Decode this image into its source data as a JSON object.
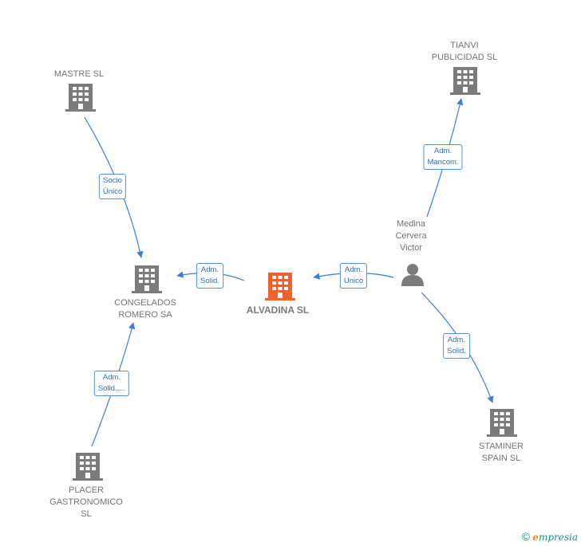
{
  "nodes": {
    "mastre": {
      "label": "MASTRE SL",
      "kind": "company"
    },
    "tianvi": {
      "label": "TIANVI\nPUBLICIDAD SL",
      "kind": "company"
    },
    "congelados": {
      "label": "CONGELADOS\nROMERO SA",
      "kind": "company"
    },
    "alvadina": {
      "label": "ALVADINA  SL",
      "kind": "company-main"
    },
    "medina": {
      "label": "Medina\nCervera\nVictor",
      "kind": "person"
    },
    "placer": {
      "label": "PLACER\nGASTRONOMICO\nSL",
      "kind": "company"
    },
    "staminer": {
      "label": "STAMINER\nSPAIN SL",
      "kind": "company"
    }
  },
  "edges": {
    "socio": "Socio\nÚnico",
    "mancom": "Adm.\nMancom.",
    "solid1": "Adm.\nSolid.",
    "unico": "Adm.\nUnico",
    "solid2": "Adm.\nSolid.,...",
    "solid3": "Adm.\nSolid."
  },
  "colors": {
    "edge": "#3b7dd8",
    "company": "#7b7b7b",
    "main": "#f0622a",
    "person": "#7b7b7b"
  },
  "icons": {
    "company": "building-icon",
    "person": "person-icon"
  },
  "footer": {
    "copyright": "©",
    "brand_e": "e",
    "brand_rest": "mpresia"
  }
}
